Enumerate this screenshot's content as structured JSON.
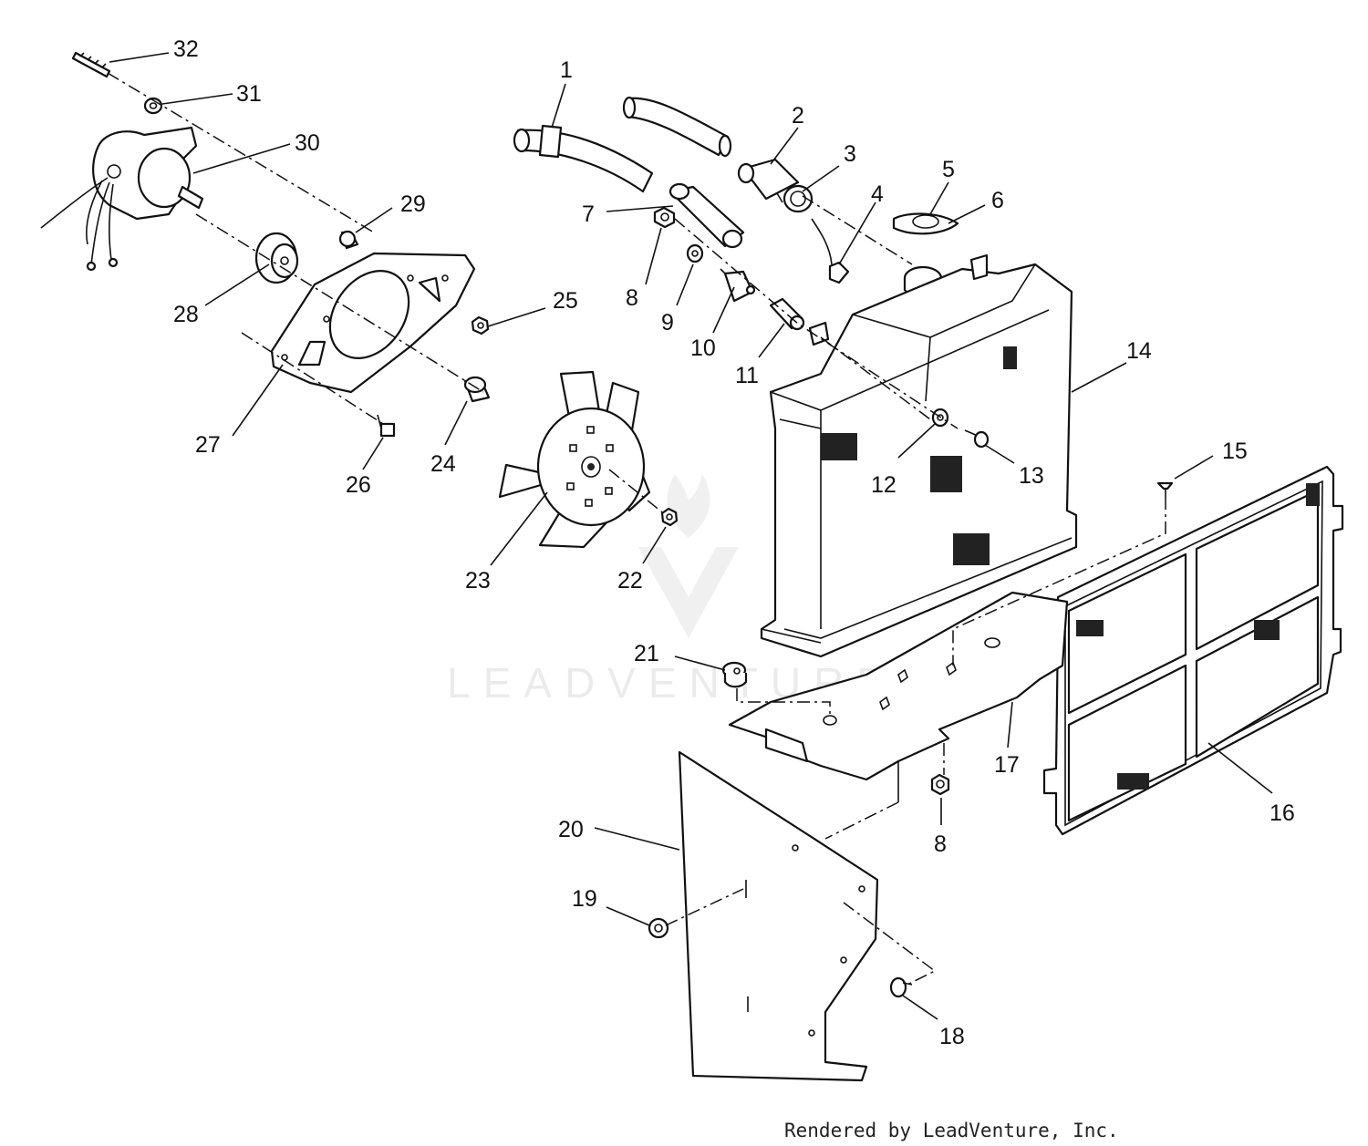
{
  "diagram": {
    "callouts": [
      {
        "id": "1",
        "label": "1"
      },
      {
        "id": "2",
        "label": "2"
      },
      {
        "id": "3",
        "label": "3"
      },
      {
        "id": "4",
        "label": "4"
      },
      {
        "id": "5",
        "label": "5"
      },
      {
        "id": "6",
        "label": "6"
      },
      {
        "id": "7",
        "label": "7"
      },
      {
        "id": "8a",
        "label": "8"
      },
      {
        "id": "8b",
        "label": "8"
      },
      {
        "id": "9",
        "label": "9"
      },
      {
        "id": "10",
        "label": "10"
      },
      {
        "id": "11",
        "label": "11"
      },
      {
        "id": "12",
        "label": "12"
      },
      {
        "id": "13",
        "label": "13"
      },
      {
        "id": "14",
        "label": "14"
      },
      {
        "id": "15",
        "label": "15"
      },
      {
        "id": "16",
        "label": "16"
      },
      {
        "id": "17",
        "label": "17"
      },
      {
        "id": "18",
        "label": "18"
      },
      {
        "id": "19",
        "label": "19"
      },
      {
        "id": "20",
        "label": "20"
      },
      {
        "id": "21",
        "label": "21"
      },
      {
        "id": "22",
        "label": "22"
      },
      {
        "id": "23",
        "label": "23"
      },
      {
        "id": "24",
        "label": "24"
      },
      {
        "id": "25",
        "label": "25"
      },
      {
        "id": "26",
        "label": "26"
      },
      {
        "id": "27",
        "label": "27"
      },
      {
        "id": "28",
        "label": "28"
      },
      {
        "id": "29",
        "label": "29"
      },
      {
        "id": "30",
        "label": "30"
      },
      {
        "id": "31",
        "label": "31"
      },
      {
        "id": "32",
        "label": "32"
      }
    ]
  },
  "watermark": {
    "text": "LEADVENTURE"
  },
  "credit": {
    "text": "Rendered by LeadVenture, Inc."
  }
}
